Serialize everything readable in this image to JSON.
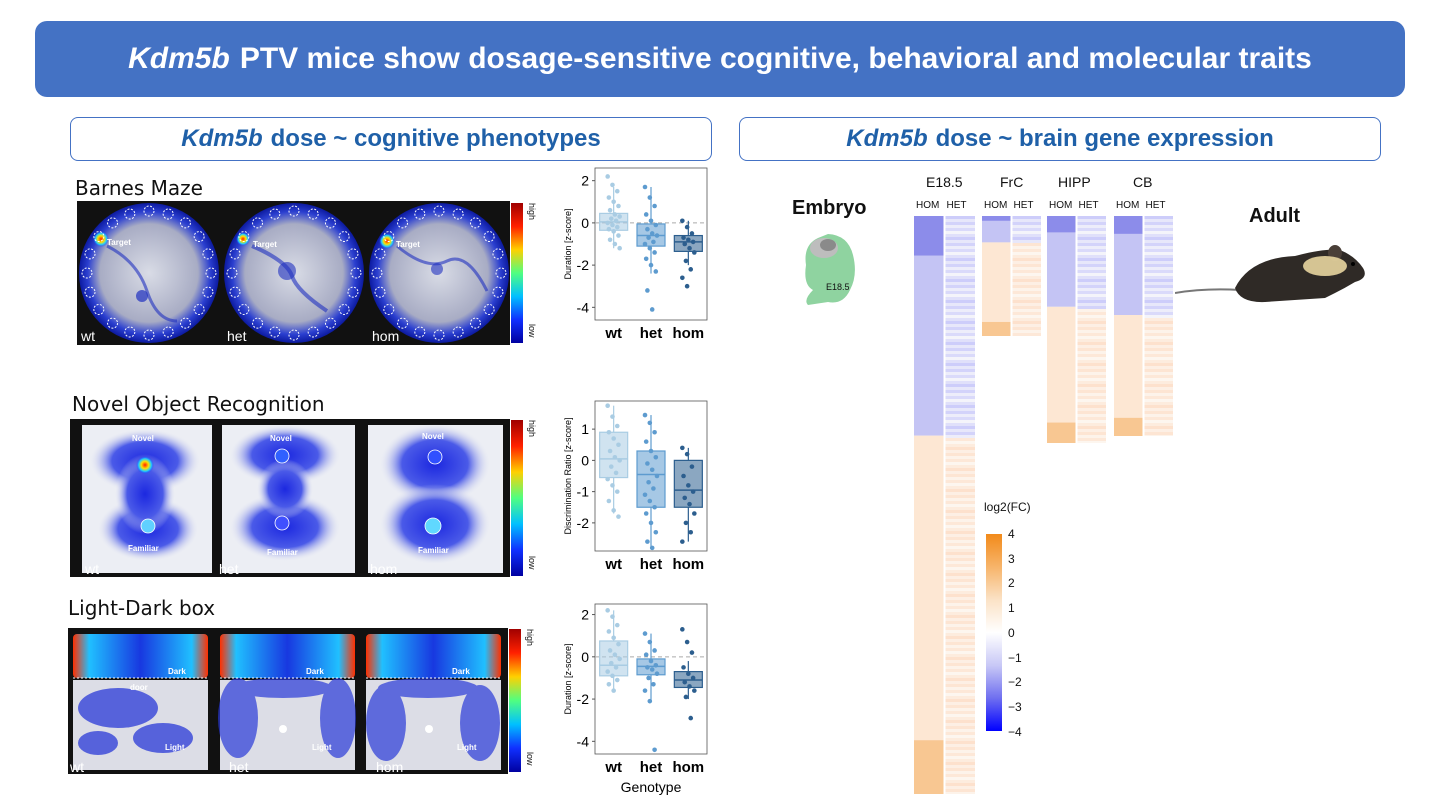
{
  "header": {
    "title_italic": "Kdm5b",
    "title_rest": "PTV mice show dosage-sensitive cognitive, behavioral and molecular traits"
  },
  "left_box": {
    "italic": "Kdm5b",
    "rest": "dose ~ cognitive phenotypes"
  },
  "right_box": {
    "italic": "Kdm5b",
    "rest": "dose ~ brain gene expression"
  },
  "assays": [
    {
      "title": "Barnes Maze",
      "panels": [
        "wt",
        "het",
        "hom"
      ],
      "labels": [
        "Target",
        "Target",
        "Target"
      ],
      "cb_high": "high",
      "cb_low": "low"
    },
    {
      "title": "Novel Object Recognition",
      "panels": [
        "wt",
        "het",
        "hom"
      ],
      "top_label": "Novel",
      "bottom_label": "Familiar",
      "cb_high": "high",
      "cb_low": "low"
    },
    {
      "title": "Light-Dark box",
      "panels": [
        "wt",
        "het",
        "hom"
      ],
      "dark_label": "Dark",
      "light_label": "Light",
      "door_label": "door",
      "cb_high": "high",
      "cb_low": "low"
    }
  ],
  "chart_data": [
    {
      "type": "box",
      "ylabel": "Duration [z-score]",
      "categories": [
        "wt",
        "het",
        "hom"
      ],
      "yticks": [
        -4,
        -2,
        0,
        2
      ],
      "ylim": [
        -4.6,
        2.6
      ],
      "reference_line": 0,
      "colors": [
        "#a9cce3",
        "#5d9bcf",
        "#2c5e8e"
      ],
      "series": [
        {
          "name": "wt",
          "q1": -0.35,
          "median": 0.05,
          "q3": 0.45,
          "whisker_low": -1.2,
          "whisker_high": 1.7,
          "points": [
            2.2,
            1.8,
            1.5,
            1.2,
            1.0,
            0.8,
            0.6,
            0.4,
            0.3,
            0.2,
            0.1,
            0.0,
            -0.1,
            -0.2,
            -0.3,
            -0.4,
            -0.6,
            -0.8,
            -1.0,
            -1.2
          ]
        },
        {
          "name": "het",
          "q1": -1.1,
          "median": -0.6,
          "q3": -0.05,
          "whisker_low": -2.4,
          "whisker_high": 1.7,
          "points": [
            1.7,
            1.2,
            0.8,
            0.4,
            0.1,
            -0.1,
            -0.3,
            -0.5,
            -0.6,
            -0.7,
            -0.9,
            -1.0,
            -1.2,
            -1.4,
            -1.7,
            -2.0,
            -2.3,
            -3.2,
            -4.1
          ]
        },
        {
          "name": "hom",
          "q1": -1.35,
          "median": -0.9,
          "q3": -0.6,
          "whisker_low": -2.0,
          "whisker_high": 0.1,
          "points": [
            0.1,
            -0.2,
            -0.5,
            -0.7,
            -0.8,
            -0.9,
            -1.0,
            -1.2,
            -1.4,
            -1.8,
            -2.2,
            -2.6,
            -3.0
          ]
        }
      ]
    },
    {
      "type": "box",
      "ylabel": "Discrimination Ratio [z-score]",
      "categories": [
        "wt",
        "het",
        "hom"
      ],
      "yticks": [
        -2,
        -1,
        0,
        1
      ],
      "ylim": [
        -2.9,
        1.9
      ],
      "reference_line": null,
      "colors": [
        "#a9cce3",
        "#5d9bcf",
        "#2c5e8e"
      ],
      "series": [
        {
          "name": "wt",
          "q1": -0.55,
          "median": 0.05,
          "q3": 0.9,
          "whisker_low": -1.7,
          "whisker_high": 1.75,
          "points": [
            1.75,
            1.4,
            1.1,
            0.9,
            0.7,
            0.5,
            0.3,
            0.1,
            0.0,
            -0.2,
            -0.4,
            -0.6,
            -0.8,
            -1.0,
            -1.3,
            -1.6,
            -1.8
          ]
        },
        {
          "name": "het",
          "q1": -1.5,
          "median": -0.45,
          "q3": 0.3,
          "whisker_low": -2.8,
          "whisker_high": 1.45,
          "points": [
            1.45,
            1.2,
            0.9,
            0.6,
            0.3,
            0.1,
            -0.1,
            -0.3,
            -0.5,
            -0.7,
            -0.9,
            -1.1,
            -1.3,
            -1.5,
            -1.7,
            -2.0,
            -2.3,
            -2.6,
            -2.8
          ]
        },
        {
          "name": "hom",
          "q1": -1.5,
          "median": -0.95,
          "q3": 0.0,
          "whisker_low": -2.6,
          "whisker_high": 0.4,
          "points": [
            0.4,
            0.2,
            -0.2,
            -0.5,
            -0.8,
            -1.0,
            -1.2,
            -1.4,
            -1.7,
            -2.0,
            -2.3,
            -2.6
          ]
        }
      ]
    },
    {
      "type": "box",
      "ylabel": "Duration [z-score]",
      "xlabel": "Genotype",
      "categories": [
        "wt",
        "het",
        "hom"
      ],
      "yticks": [
        -4,
        -2,
        0,
        2
      ],
      "ylim": [
        -4.6,
        2.5
      ],
      "reference_line": 0,
      "colors": [
        "#a9cce3",
        "#5d9bcf",
        "#2c5e8e"
      ],
      "series": [
        {
          "name": "wt",
          "q1": -0.9,
          "median": -0.4,
          "q3": 0.75,
          "whisker_low": -1.6,
          "whisker_high": 2.2,
          "points": [
            2.2,
            1.9,
            1.5,
            1.2,
            0.9,
            0.6,
            0.3,
            0.1,
            -0.1,
            -0.3,
            -0.5,
            -0.7,
            -0.9,
            -1.1,
            -1.3,
            -1.6
          ]
        },
        {
          "name": "het",
          "q1": -0.85,
          "median": -0.45,
          "q3": -0.1,
          "whisker_low": -2.1,
          "whisker_high": 1.1,
          "points": [
            1.1,
            0.7,
            0.3,
            0.1,
            -0.2,
            -0.4,
            -0.5,
            -0.6,
            -0.8,
            -1.0,
            -1.3,
            -1.6,
            -2.1,
            -4.4
          ]
        },
        {
          "name": "hom",
          "q1": -1.45,
          "median": -1.1,
          "q3": -0.7,
          "whisker_low": -2.0,
          "whisker_high": -0.2,
          "points": [
            1.3,
            0.7,
            0.2,
            -0.5,
            -0.8,
            -1.0,
            -1.2,
            -1.4,
            -1.6,
            -1.9,
            -2.9
          ]
        }
      ]
    }
  ],
  "expression": {
    "embryo_label": "Embryo",
    "embryo_stage": "E18.5",
    "adult_label": "Adult",
    "groups": [
      {
        "name": "E18.5",
        "cols": [
          "HOM",
          "HET"
        ],
        "down_frac": 0.38
      },
      {
        "name": "FrC",
        "cols": [
          "HOM",
          "HET"
        ],
        "down_frac": 0.22
      },
      {
        "name": "HIPP",
        "cols": [
          "HOM",
          "HET"
        ],
        "down_frac": 0.4
      },
      {
        "name": "CB",
        "cols": [
          "HOM",
          "HET"
        ],
        "down_frac": 0.45
      }
    ],
    "legend_title": "log2(FC)",
    "legend_ticks": [
      "4",
      "3",
      "2",
      "1",
      "0",
      "−1",
      "−2",
      "−3",
      "−4"
    ]
  }
}
